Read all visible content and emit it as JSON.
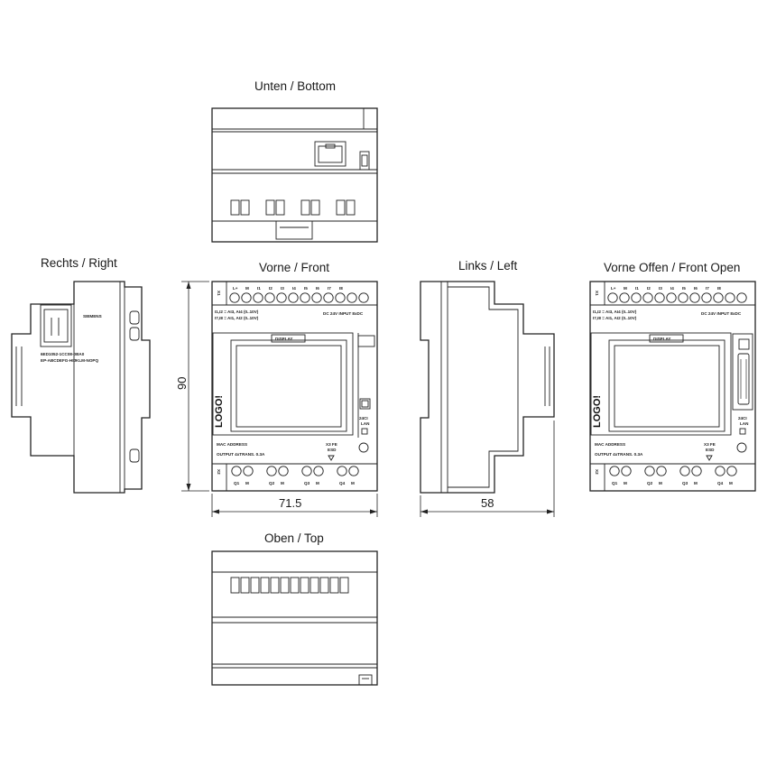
{
  "views": {
    "bottom": "Unten / Bottom",
    "right": "Rechts / Right",
    "front": "Vorne / Front",
    "left": "Links / Left",
    "front_open": "Vorne Offen / Front Open",
    "top": "Oben / Top"
  },
  "dimensions": {
    "height": "90",
    "front_width": "71.5",
    "depth": "58"
  },
  "device": {
    "logo": "LOGO!",
    "brand": "SIEMENS",
    "input_terminals": [
      "L+",
      "M",
      "I1",
      "I2",
      "I3",
      "I4",
      "I5",
      "I6",
      "I7",
      "I8"
    ],
    "input_note_1": "I1,I2 = AI3, AI4 (0..10V)",
    "input_note_2": "I7,I8 = AI1, AI2 (0..10V)",
    "supply": "DC 24V  INPUT 8xDC",
    "model": "MAC ADDRESS",
    "output": "OUTPUT 4xTRANS. 0.3A",
    "x1_label": "X1",
    "x2_label": "X2",
    "x3_label": "X3",
    "output_terminals": [
      "Q1",
      "M",
      "Q2",
      "M",
      "Q3",
      "M",
      "Q4",
      "M"
    ],
    "x3_note": "X3 FE",
    "x3_sub": "ESD",
    "lan": "24CI",
    "lan_sub": "LAN",
    "display_label": "DISPLAY",
    "side_code_1": "6ED1052-1CC08-0BA0",
    "side_code_2": "EP-ABCDEFG-HIJKLM-NOPQ"
  }
}
